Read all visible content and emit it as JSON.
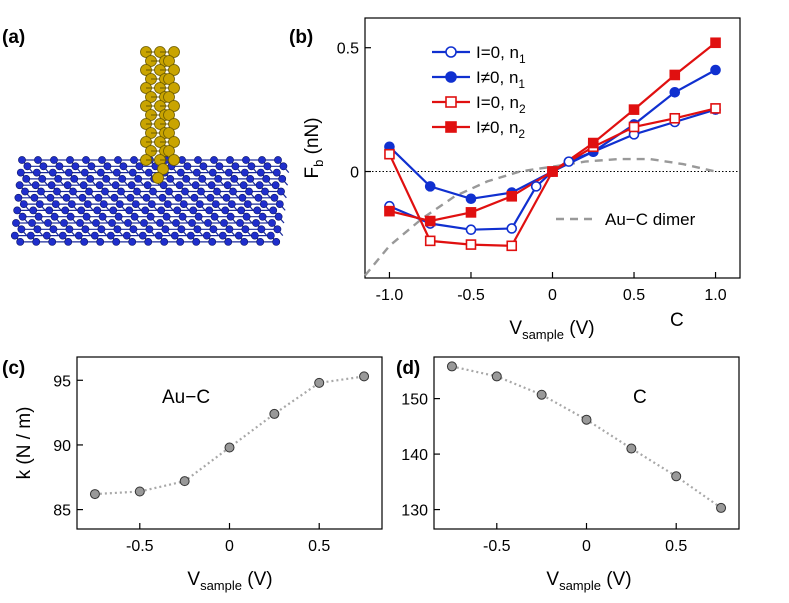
{
  "panel_labels": {
    "a": "(a)",
    "b": "(b)",
    "c": "(c)",
    "d": "(d)"
  },
  "chart_data": [
    {
      "id": "b",
      "type": "line",
      "xlabel_main": "V",
      "xlabel_sub": "sample",
      "xlabel_unit": " (V)",
      "ylabel_main": "F",
      "ylabel_sub": "b",
      "ylabel_unit": " (nN)",
      "xlim": [
        -1.15,
        1.15
      ],
      "ylim": [
        -0.43,
        0.62
      ],
      "xticks": [
        "-1.0",
        "-0.5",
        "0",
        "0.5",
        "1.0"
      ],
      "xtick_values": [
        -1.0,
        -0.5,
        0,
        0.5,
        1.0
      ],
      "yticks": [
        "0",
        "0.5"
      ],
      "ytick_values": [
        0,
        0.5
      ],
      "corner_label": "C",
      "zero_line": "dotted",
      "legend": [
        {
          "main": "I=0, n",
          "sub": "1",
          "color": "#1030d0",
          "marker": "circle",
          "fill": "open"
        },
        {
          "main": "I≠0, n",
          "sub": "1",
          "color": "#1030d0",
          "marker": "circle",
          "fill": "filled"
        },
        {
          "main": "I=0, n",
          "sub": "2",
          "color": "#e01010",
          "marker": "square",
          "fill": "open"
        },
        {
          "main": "I≠0, n",
          "sub": "2",
          "color": "#e01010",
          "marker": "square",
          "fill": "filled"
        }
      ],
      "series": [
        {
          "name": "I=0, n1",
          "color": "#1030d0",
          "marker": "circle",
          "fill": "open",
          "x": [
            -1.0,
            -0.75,
            -0.5,
            -0.25,
            -0.1,
            0.0,
            0.1,
            0.25,
            0.5,
            0.75,
            1.0
          ],
          "y": [
            -0.14,
            -0.21,
            -0.235,
            -0.23,
            -0.06,
            0.0,
            0.04,
            0.08,
            0.15,
            0.2,
            0.25
          ]
        },
        {
          "name": "I≠0, n1",
          "color": "#1030d0",
          "marker": "circle",
          "fill": "filled",
          "x": [
            -1.0,
            -0.75,
            -0.5,
            -0.25,
            0.0,
            0.25,
            0.5,
            0.75,
            1.0
          ],
          "y": [
            0.1,
            -0.06,
            -0.11,
            -0.085,
            0.0,
            0.08,
            0.19,
            0.32,
            0.41
          ]
        },
        {
          "name": "I=0, n2",
          "color": "#e01010",
          "marker": "square",
          "fill": "open",
          "x": [
            -1.0,
            -0.75,
            -0.5,
            -0.25,
            0.0,
            0.25,
            0.5,
            0.75,
            1.0
          ],
          "y": [
            0.07,
            -0.28,
            -0.295,
            -0.3,
            0.0,
            0.1,
            0.18,
            0.215,
            0.255
          ]
        },
        {
          "name": "I≠0, n2",
          "color": "#e01010",
          "marker": "square",
          "fill": "filled",
          "x": [
            -1.0,
            -0.75,
            -0.5,
            -0.25,
            0.0,
            0.25,
            0.5,
            0.75,
            1.0
          ],
          "y": [
            -0.16,
            -0.2,
            -0.165,
            -0.1,
            0.0,
            0.115,
            0.25,
            0.39,
            0.52
          ]
        }
      ],
      "dashed_curve": {
        "name": "Au−C dimer",
        "color": "#999999",
        "x": [
          -1.15,
          -1.0,
          -0.8,
          -0.6,
          -0.4,
          -0.2,
          0.0,
          0.2,
          0.4,
          0.6,
          0.8,
          1.0
        ],
        "y": [
          -0.42,
          -0.3,
          -0.19,
          -0.1,
          -0.04,
          0.0,
          0.02,
          0.04,
          0.05,
          0.05,
          0.03,
          0.0
        ]
      }
    },
    {
      "id": "c",
      "type": "line",
      "xlabel_main": "V",
      "xlabel_sub": "sample",
      "xlabel_unit": " (V)",
      "ylabel": "k (N / m)",
      "xlim": [
        -0.85,
        0.85
      ],
      "ylim": [
        83.5,
        96.8
      ],
      "xticks": [
        "-0.5",
        "0",
        "0.5"
      ],
      "xtick_values": [
        -0.5,
        0,
        0.5
      ],
      "yticks": [
        "85",
        "90",
        "95"
      ],
      "ytick_values": [
        85,
        90,
        95
      ],
      "annotation": "Au−C",
      "series": [
        {
          "x": [
            -0.75,
            -0.5,
            -0.25,
            0.0,
            0.25,
            0.5,
            0.75
          ],
          "y": [
            86.2,
            86.4,
            87.2,
            89.8,
            92.4,
            94.8,
            95.3
          ]
        }
      ]
    },
    {
      "id": "d",
      "type": "line",
      "xlabel_main": "V",
      "xlabel_sub": "sample",
      "xlabel_unit": " (V)",
      "xlim": [
        -0.85,
        0.85
      ],
      "ylim": [
        126.5,
        157.5
      ],
      "xticks": [
        "-0.5",
        "0",
        "0.5"
      ],
      "xtick_values": [
        -0.5,
        0,
        0.5
      ],
      "yticks": [
        "130",
        "140",
        "150"
      ],
      "ytick_values": [
        130,
        140,
        150
      ],
      "annotation": "C",
      "series": [
        {
          "x": [
            -0.75,
            -0.5,
            -0.25,
            0.0,
            0.25,
            0.5,
            0.75
          ],
          "y": [
            155.8,
            154.0,
            150.7,
            146.2,
            141.0,
            136.0,
            130.3
          ]
        }
      ]
    }
  ]
}
